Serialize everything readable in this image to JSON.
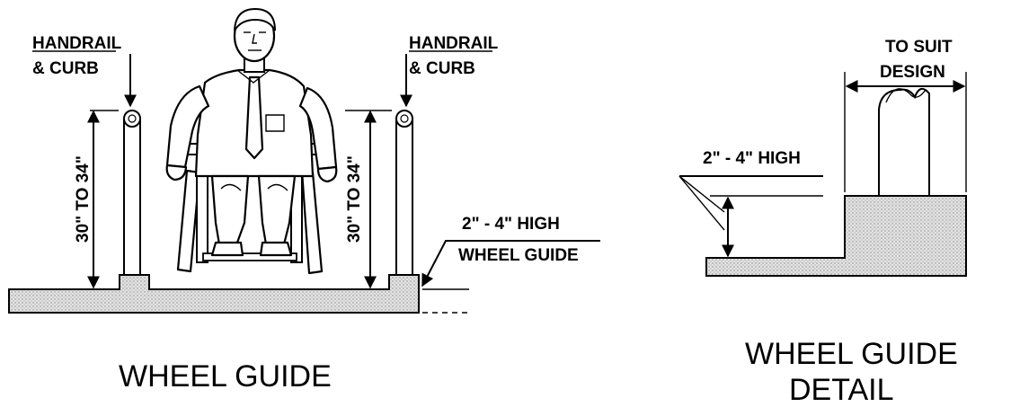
{
  "left_diagram": {
    "handrail_label_left": [
      "HANDRAIL",
      "& CURB"
    ],
    "handrail_label_right": [
      "HANDRAIL",
      "& CURB"
    ],
    "height_label_left": "30\" TO 34\"",
    "height_label_right": "30\" TO 34\"",
    "guide_label": [
      "2\" - 4\"  HIGH",
      "WHEEL GUIDE"
    ],
    "caption": "WHEEL GUIDE"
  },
  "right_diagram": {
    "width_label": [
      "TO SUIT",
      "DESIGN"
    ],
    "height_label": "2\" - 4\"  HIGH",
    "caption": [
      "WHEEL GUIDE",
      "DETAIL"
    ]
  },
  "colors": {
    "ink": "#000000",
    "stipple": "#bdbdbd",
    "paper": "#ffffff"
  }
}
